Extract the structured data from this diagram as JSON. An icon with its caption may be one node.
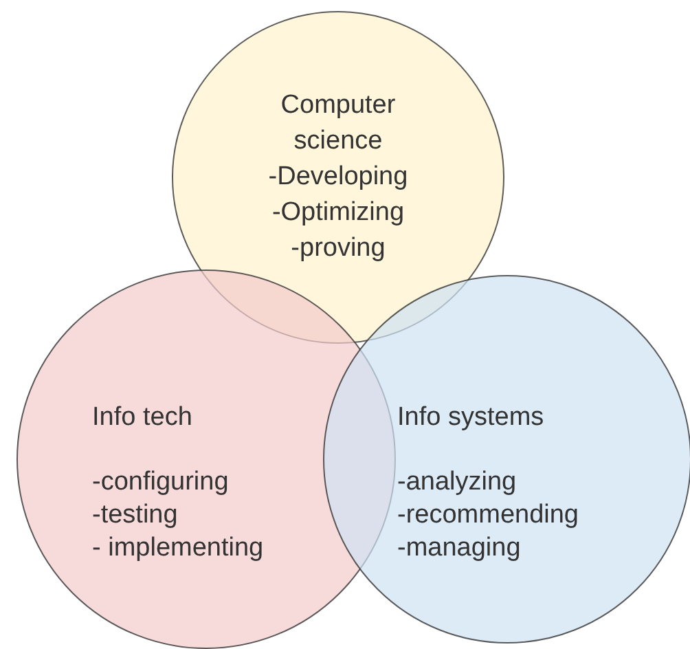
{
  "diagram": {
    "nodes": [
      {
        "text": [
          "Computer science",
          "-Developing",
          "-Optimizing",
          "-proving"
        ]
      },
      {
        "text": [
          "Info tech",
          "-configuring",
          "-testing",
          "- implementing"
        ]
      },
      {
        "text": [
          "Info systems",
          "-analyzing",
          "-recommending",
          "-managing"
        ]
      }
    ]
  }
}
